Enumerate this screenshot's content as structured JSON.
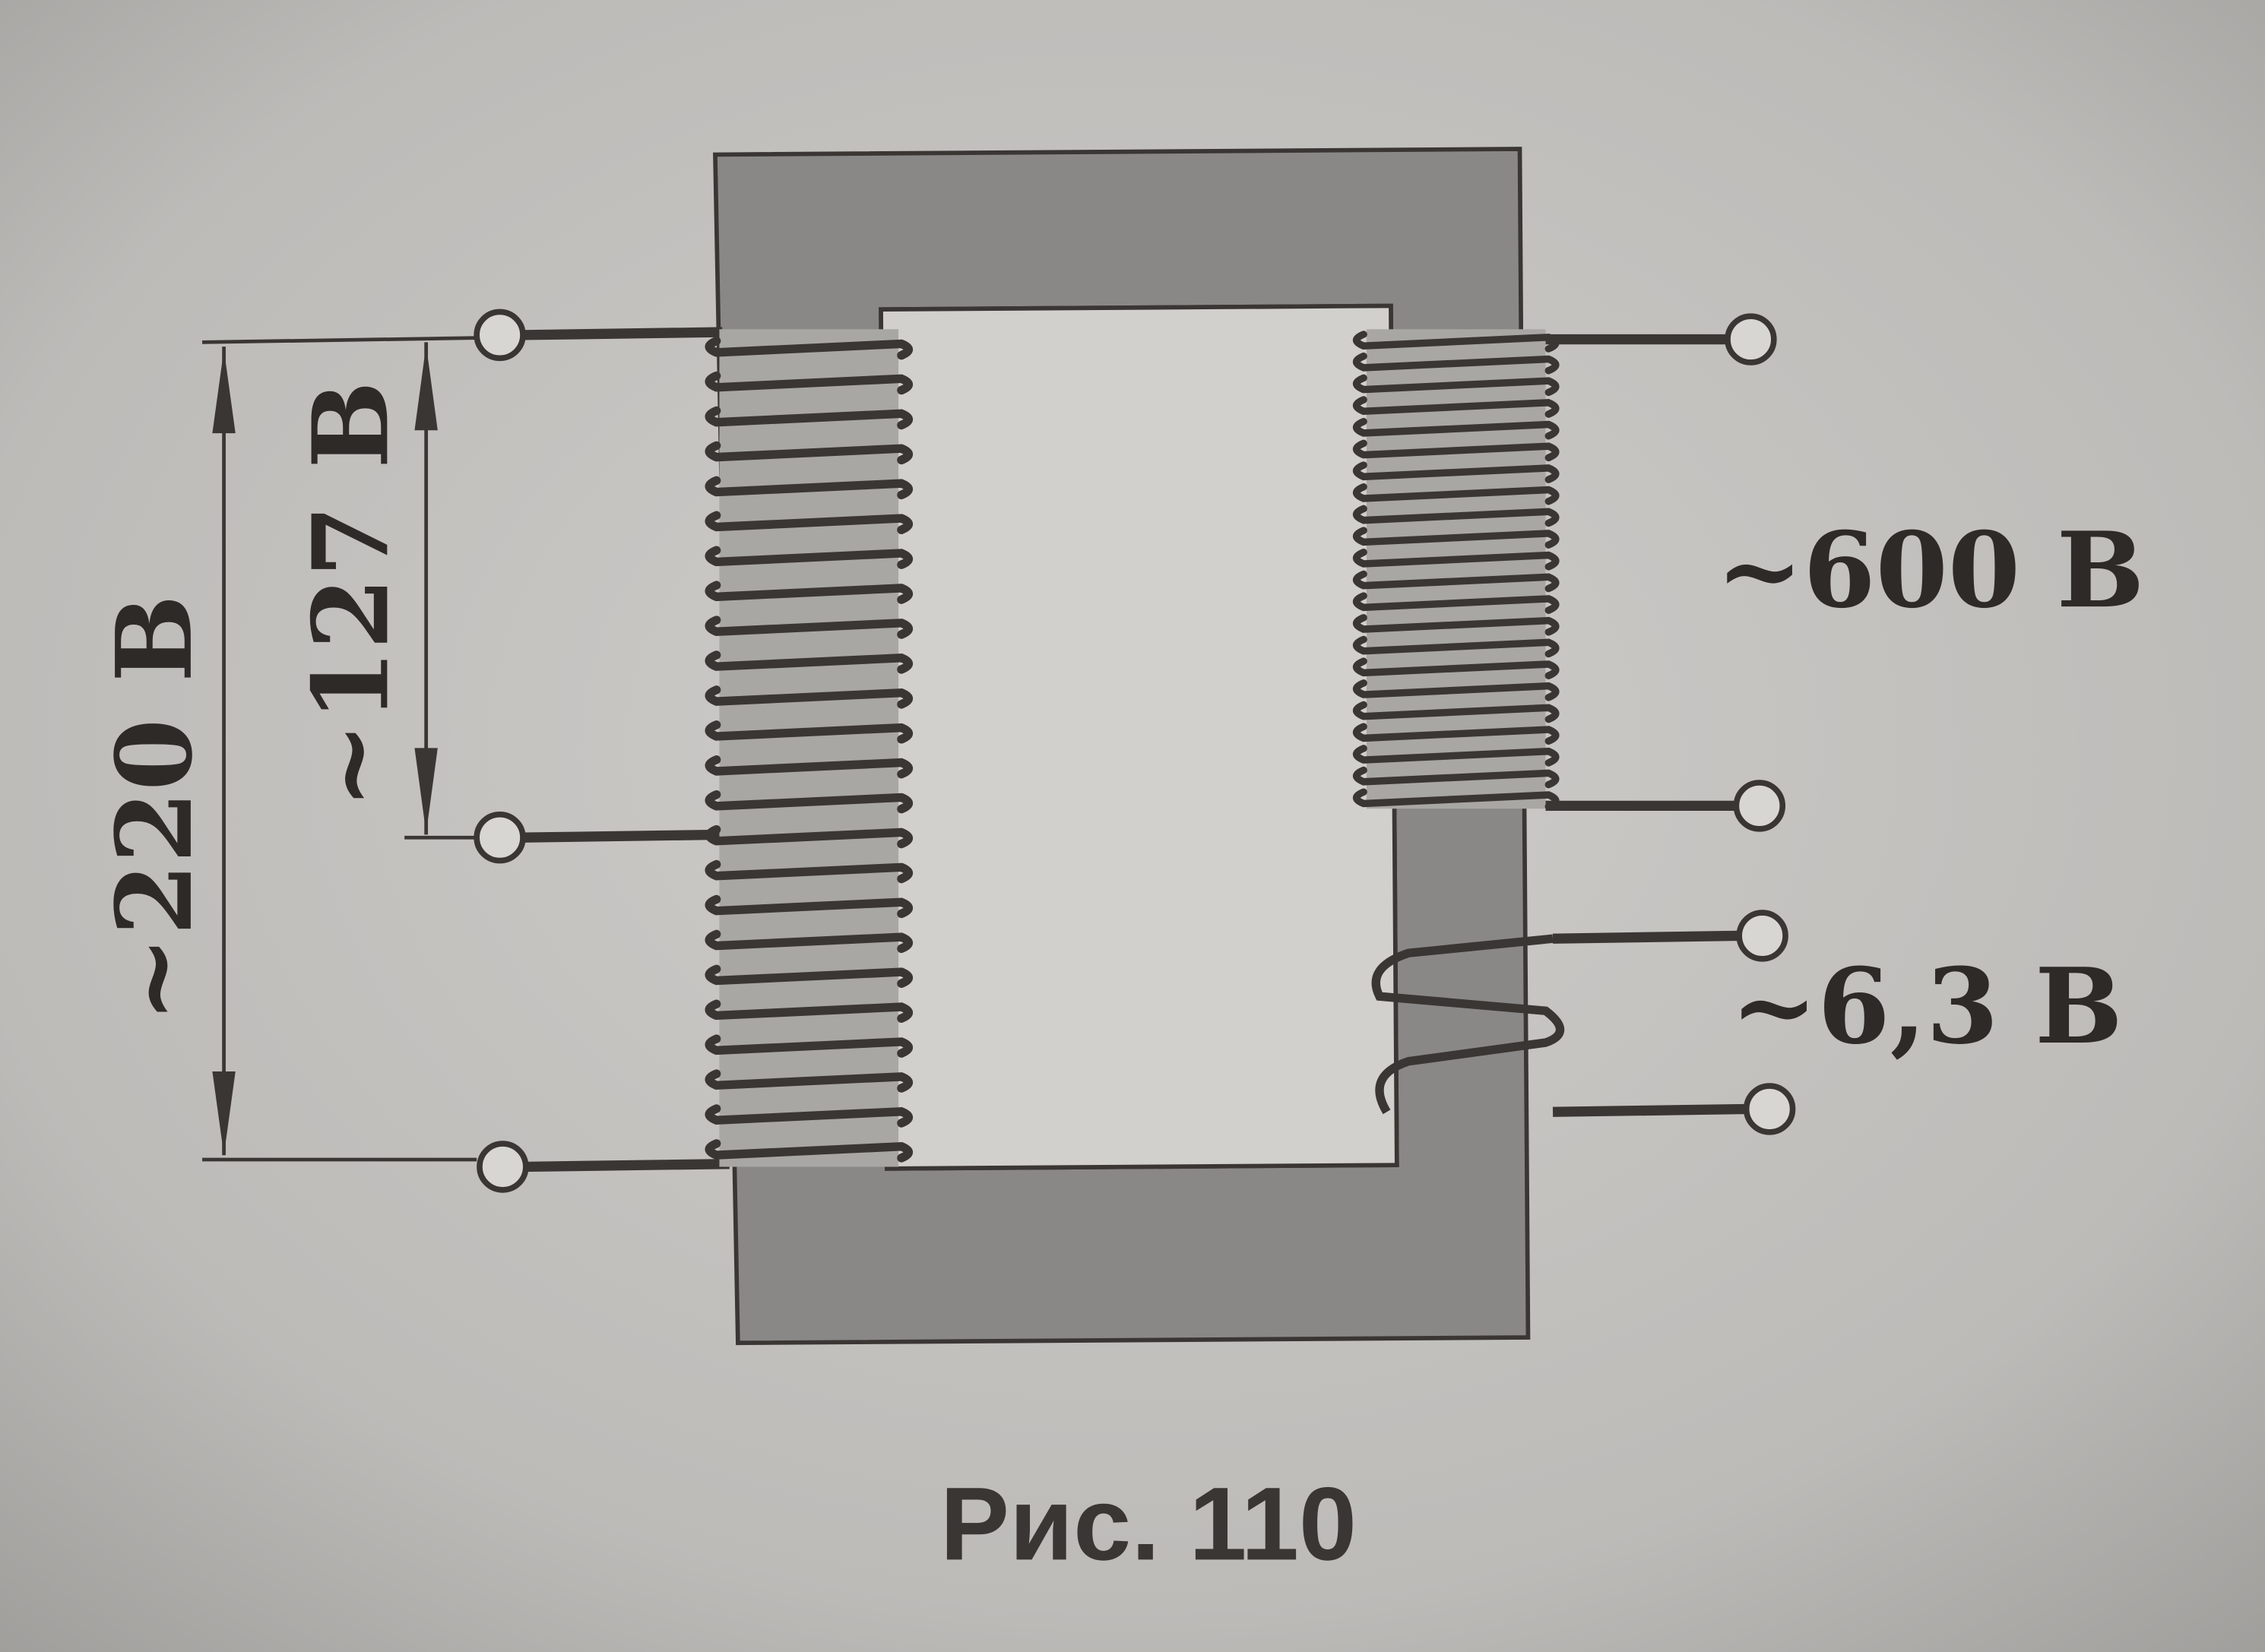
{
  "figure": {
    "caption": "Рис. 110",
    "primary": {
      "full_voltage_label": "~220 В",
      "tap_voltage_label": "~127 В"
    },
    "secondary": {
      "high_voltage_label": "~600 В",
      "low_voltage_label": "~6,3 В"
    },
    "colors": {
      "paper": "#c9c7c4",
      "core": "#8a8886",
      "ink": "#3a3634"
    }
  }
}
